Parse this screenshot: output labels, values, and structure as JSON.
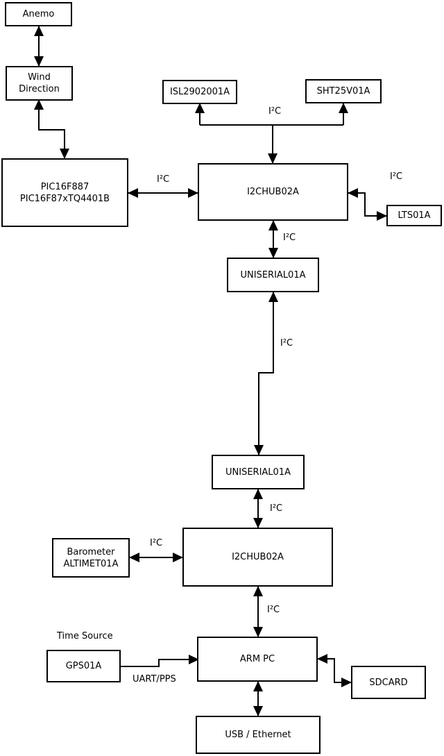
{
  "diagram": {
    "colors": {
      "background": "#ffffff",
      "line": "#000000",
      "box_fill": "#ffffff",
      "text": "#000000"
    },
    "nodes": {
      "anemo": {
        "label": "Anemo"
      },
      "wind_direction": {
        "line1": "Wind",
        "line2": "Direction"
      },
      "pic": {
        "line1": "PIC16F887",
        "line2": "PIC16F87xTQ4401B"
      },
      "isl": {
        "label": "ISL2902001A"
      },
      "sht": {
        "label": "SHT25V01A"
      },
      "i2chub_top": {
        "label": "I2CHUB02A"
      },
      "lts": {
        "label": "LTS01A"
      },
      "uniserial_top": {
        "label": "UNISERIAL01A"
      },
      "uniserial_bottom": {
        "label": "UNISERIAL01A"
      },
      "i2chub_bottom": {
        "label": "I2CHUB02A"
      },
      "barometer": {
        "line1": "Barometer",
        "line2": "ALTIMET01A"
      },
      "gps": {
        "label": "GPS01A"
      },
      "arm_pc": {
        "label": "ARM PC"
      },
      "sdcard": {
        "label": "SDCARD"
      },
      "usb_ethernet": {
        "label": "USB / Ethernet"
      }
    },
    "labels": {
      "i2c": "I²C",
      "time_source": "Time Source",
      "uart_pps": "UART/PPS"
    }
  }
}
